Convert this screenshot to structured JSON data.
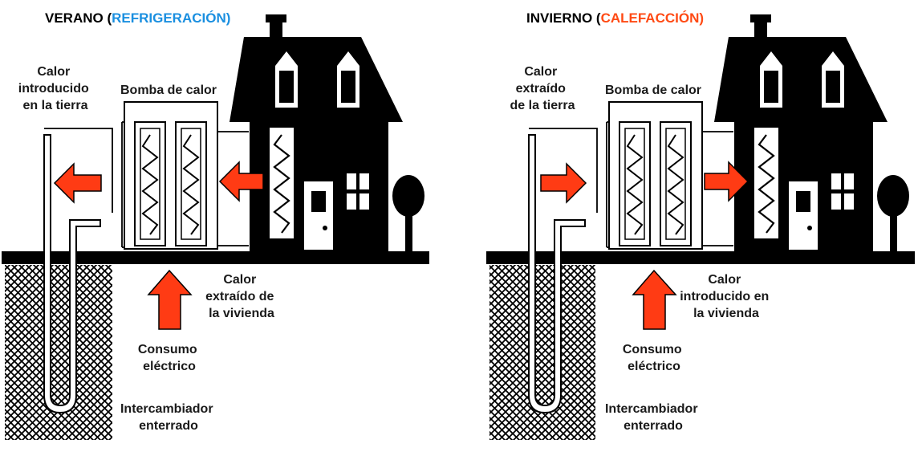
{
  "colors": {
    "summer_accent": "#1a8fe0",
    "winter_accent": "#ff4a14",
    "arrow": "#ff3b14",
    "ink": "#000000"
  },
  "panels": [
    {
      "mode": "summer",
      "title": {
        "main": "VERANO",
        "paren_open": " (",
        "accent": "REFRIGERACIÓN",
        "paren_close": ")"
      },
      "ground_label": [
        "Calor",
        "introducido",
        "en la tierra"
      ],
      "pump_label": "Bomba de calor",
      "house_label": [
        "Calor",
        "extraído de",
        "la vivienda"
      ],
      "power_label": [
        "Consumo",
        "eléctrico"
      ],
      "exchanger_label": [
        "Intercambiador",
        "enterrado"
      ],
      "ground_arrow_direction": "left",
      "house_arrow_direction": "left"
    },
    {
      "mode": "winter",
      "title": {
        "main": "INVIERNO",
        "paren_open": " (",
        "accent": "CALEFACCIÓN",
        "paren_close": ")"
      },
      "ground_label": [
        "Calor",
        "extraído",
        "de la tierra"
      ],
      "pump_label": "Bomba de calor",
      "house_label": [
        "Calor",
        "introducido en",
        "la vivienda"
      ],
      "power_label": [
        "Consumo",
        "eléctrico"
      ],
      "exchanger_label": [
        "Intercambiador",
        "enterrado"
      ],
      "ground_arrow_direction": "right",
      "house_arrow_direction": "right"
    }
  ]
}
